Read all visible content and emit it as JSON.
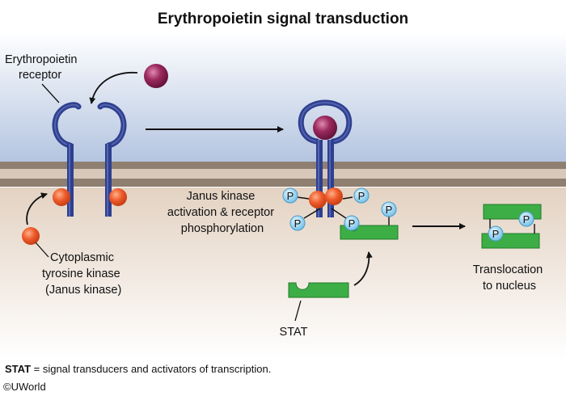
{
  "title": "Erythropoietin signal transduction",
  "labels": {
    "receptor_line1": "Erythropoietin",
    "receptor_line2": "receptor",
    "janus_activation_line1": "Janus kinase",
    "janus_activation_line2": "activation & receptor",
    "janus_activation_line3": "phosphorylation",
    "kinase_line1": "Cytoplasmic",
    "kinase_line2": "tyrosine kinase",
    "kinase_line3": "(Janus kinase)",
    "stat": "STAT",
    "translocation_line1": "Translocation",
    "translocation_line2": "to nucleus",
    "phosphate": "P"
  },
  "footnote": {
    "term": "STAT",
    "definition": " = signal transducers and activators of transcription."
  },
  "copyright": "©UWorld",
  "colors": {
    "receptor": "#2e3f8f",
    "ligand": "#8a1f52",
    "kinase": "#e8552a",
    "stat": "#3cae45",
    "phosphate": "#7cc6ea",
    "membrane": "#8a7a6c"
  }
}
